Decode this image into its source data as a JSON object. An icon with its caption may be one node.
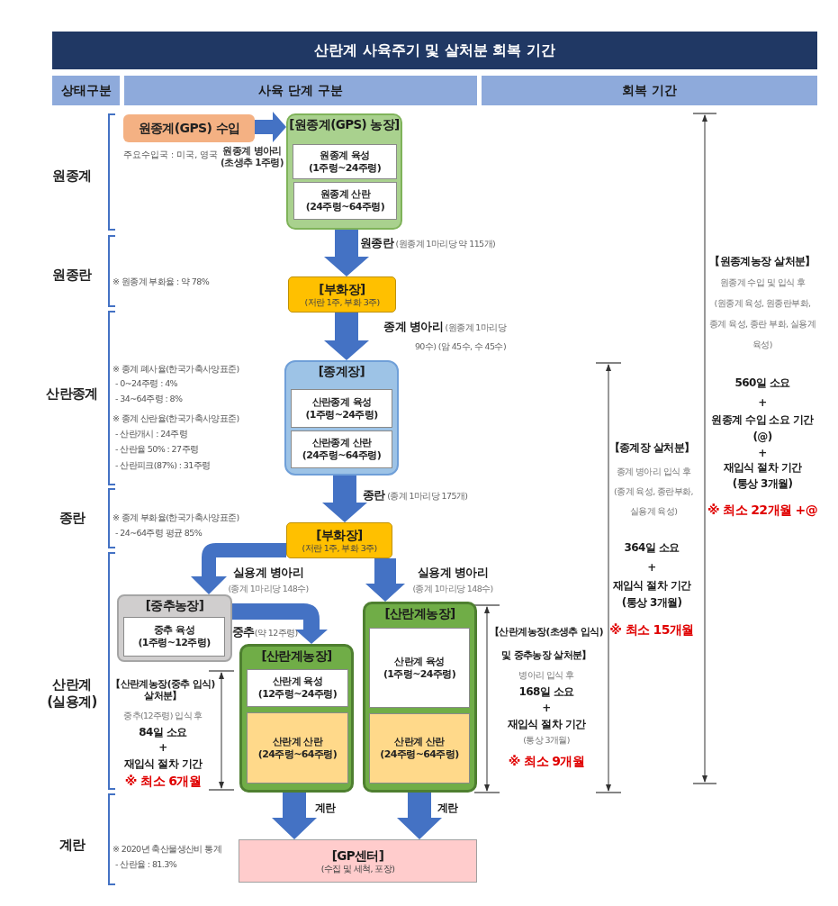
{
  "diagram": {
    "title": "산란계 사육주기 및 살처분 회복 기간",
    "nodes": [
      {
        "text": [
          "원종계(GPS) 수입"
        ],
        "beside": [
          "주요수입국 : 미국, 영국"
        ]
      },
      {
        "text": [
          "[원종계(GPS) 농장]"
        ]
      },
      {
        "text": [
          "원종계 육성 (1주령~24주령)"
        ],
        "in": 1
      },
      {
        "text": [
          "원종계 산란 (24주령~64주령)"
        ],
        "in": 1
      },
      {
        "text": [
          "[부화장]",
          "(저란 1주, 부화 3주)"
        ]
      },
      {
        "text": [
          "[종계장]"
        ]
      },
      {
        "text": [
          "산란종계 육성 (1주령~24주령)"
        ],
        "in": 5
      },
      {
        "text": [
          "산란종계 산란 (24주령~64주령)"
        ],
        "in": 5
      },
      {
        "text": [
          "[부화장]",
          "(저란 1주, 부화 3주)"
        ]
      },
      {
        "text": [
          "[중추농장]"
        ]
      },
      {
        "text": [
          "중추 육성 (1주령~12주령)"
        ],
        "in": 9
      },
      {
        "text": [
          "[산란계농장]"
        ]
      },
      {
        "text": [
          "산란계 육성 (12주령~24주령)"
        ],
        "in": 11
      },
      {
        "text": [
          "산란계 산란 (24주령~64주령)"
        ],
        "in": 11
      },
      {
        "text": [
          "[산란계농장]"
        ]
      },
      {
        "text": [
          "산란계 육성 (1주령~24주령)"
        ],
        "in": 14
      },
      {
        "text": [
          "산란계 산란 (24주령~64주령)"
        ],
        "in": 14
      },
      {
        "text": [
          "[GP센터]",
          "(수집 및 세척, 포장)"
        ]
      }
    ],
    "edges": [
      {
        "from": 0,
        "to": 1,
        "arrow": "to",
        "label": "원종계 병아리 (초생추 1주령)"
      },
      {
        "from": 1,
        "to": 4,
        "arrow": "to",
        "label": "**원종란** (원종계 1마리당 약 115개)"
      },
      {
        "from": 4,
        "to": 5,
        "arrow": "to",
        "label": "**종계 병아리** (원종계 1마리당 90수) (암 45수, 수 45수)"
      },
      {
        "from": 5,
        "to": 8,
        "arrow": "to",
        "label": "**종란** (종계 1마리당 175개)"
      },
      {
        "from": 8,
        "to": 9,
        "arrow": "to",
        "label": "**실용계 병아리** (종계 1마리당 148수)"
      },
      {
        "from": 8,
        "to": 14,
        "arrow": "to",
        "label": "**실용계 병아리** (종계 1마리당 148수)"
      },
      {
        "from": 9,
        "to": 11,
        "arrow": "to",
        "label": "**중추**(약 12주령)"
      },
      {
        "from": 11,
        "to": 17,
        "arrow": "to",
        "label": "계란"
      },
      {
        "from": 14,
        "to": 17,
        "arrow": "to",
        "label": "계란"
      }
    ],
    "labels": [
      "상태구분",
      "사육 단계 구분",
      "회복 기간",
      "원종계",
      "원종란",
      "※ 원종계 부화율 : 약 78%",
      "산란종계",
      "※ 종계 폐사율(한국가축사양표준)",
      "- 0~24주령 : 4%",
      "- 34~64주령 : 8%",
      "※ 종계 산란율(한국가축사양표준)",
      "- 산란개시 : 24주령",
      "- 산란율 50% : 27주령",
      "- 산란피크(87%) : 31주령",
      "종란",
      "※ 종계 부화율(한국가축사양표준)",
      "- 24~64주령 평균 85%",
      "산란계 (실용계)",
      "【산란계농장(중추 입식) 살처분】",
      "중추(12주령) 입식 후",
      "84일 소요",
      "+",
      "재입식 절차 기간",
      "※ 최소 6개월",
      "계란",
      "※ 2020년 축산물생산비 통계",
      "- 산란율 : 81.3%",
      "【산란계농장(초생추 입식) 및 중추농장 살처분】",
      "병아리 입식 후",
      "168일 소요",
      "+",
      "재입식 절차 기간",
      "(통상 3개월)",
      "※ 최소 9개월",
      "【종계장 살처분】",
      "종계 병아리 입식 후 (종계 육성, 종란부화, 실용계 육성)",
      "364일 소요",
      "+",
      "재입식 절차 기간",
      "(통상 3개월)",
      "※ 최소 15개월",
      "【원종계농장 살처분】",
      "원종계 수입 및 입식 후 (원종계 육성, 원종란부화, 종계 육성, 종란 부화, 실용계 육성)",
      "560일 소요",
      "+",
      "원종계 수입 소요 기간",
      "(@)",
      "+",
      "재입식 절차 기간",
      "(통상 3개월)",
      "※ 최소 22개월 +@"
    ]
  }
}
